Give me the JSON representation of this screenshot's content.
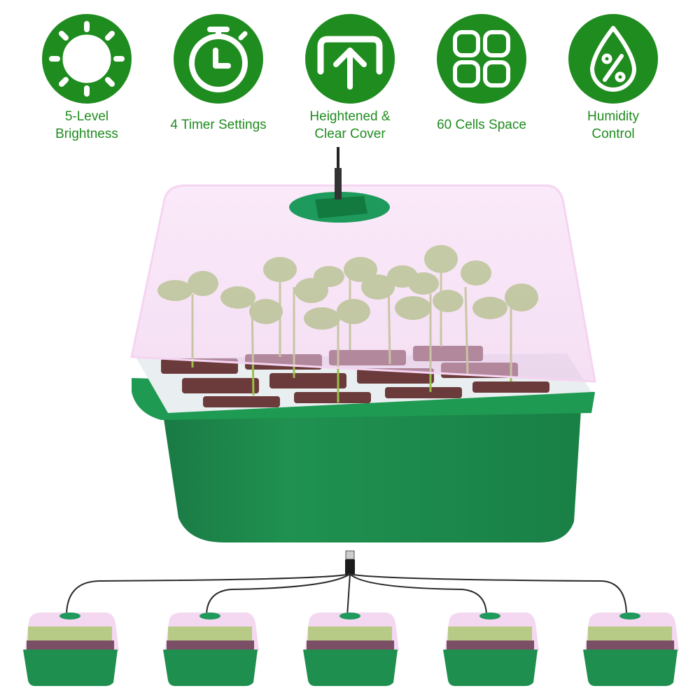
{
  "features": [
    {
      "icon": "brightness-icon",
      "label_line1": "5-Level",
      "label_line2": "Brightness"
    },
    {
      "icon": "stopwatch-icon",
      "label_line1": "4 Timer Settings",
      "label_line2": ""
    },
    {
      "icon": "raised-cover-arrow-icon",
      "label_line1": "Heightened &",
      "label_line2": "Clear Cover"
    },
    {
      "icon": "cells-grid-icon",
      "label_line1": "60 Cells Space",
      "label_line2": ""
    },
    {
      "icon": "humidity-drop-icon",
      "label_line1": "Humidity",
      "label_line2": "Control"
    }
  ],
  "colors": {
    "accent_green": "#1f8c1f",
    "tray_green": "#1b8a4a",
    "dome_pink": "#f3c9f0",
    "soil": "#6b3b3b",
    "leaf": "#8cc24a"
  },
  "product": {
    "main_unit": "seed starter tray with grow light dome",
    "cells_per_tray": 12,
    "tray_count": 5
  },
  "usb_hub": {
    "connector": "USB",
    "branches": 5
  }
}
